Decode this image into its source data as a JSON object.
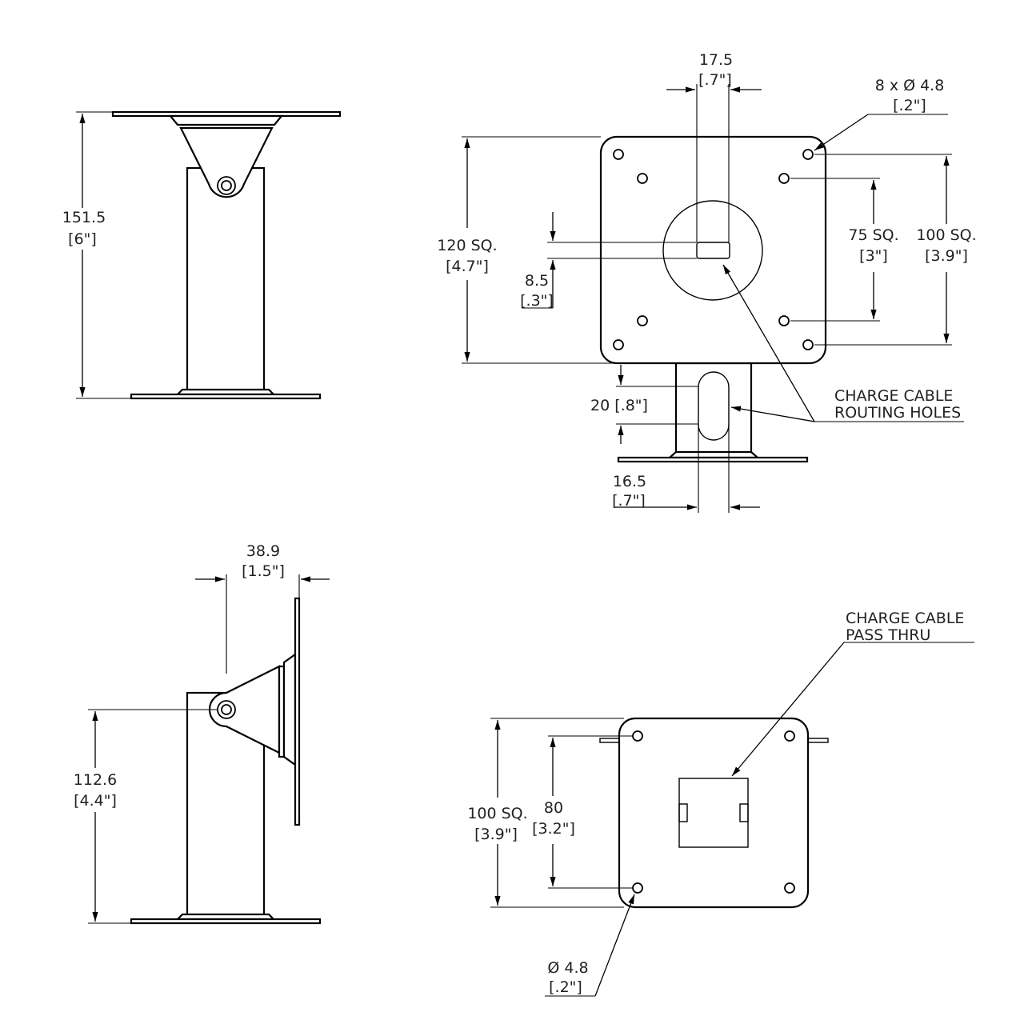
{
  "dims": {
    "side_height_mm": "151.5",
    "side_height_in": "[6\"]",
    "slot_width_mm": "17.5",
    "slot_width_in": "[.7\"]",
    "holes_mm": "8 x Ø 4.8",
    "holes_in": "[.2\"]",
    "plate_mm": "120 SQ.",
    "plate_in": "[4.7\"]",
    "slot_height_mm": "8.5",
    "slot_height_in": "[.3\"]",
    "vesa75_mm": "75 SQ.",
    "vesa75_in": "[3\"]",
    "vesa100_mm": "100 SQ.",
    "vesa100_in": "[3.9\"]",
    "oval_height": "20 [.8\"]",
    "oval_width_mm": "16.5",
    "oval_width_in": "[.7\"]",
    "tilt_offset_mm": "38.9",
    "tilt_offset_in": "[1.5\"]",
    "pivot_height_mm": "112.6",
    "pivot_height_in": "[4.4\"]",
    "base_sq_mm": "100 SQ.",
    "base_sq_in": "[3.9\"]",
    "base_hole_spacing_mm": "80",
    "base_hole_spacing_in": "[3.2\"]",
    "base_hole_mm": "Ø 4.8",
    "base_hole_in": "[.2\"]"
  },
  "callouts": {
    "routing_line1": "CHARGE CABLE",
    "routing_line2": "ROUTING HOLES",
    "pass_line1": "CHARGE CABLE",
    "pass_line2": "PASS THRU"
  }
}
